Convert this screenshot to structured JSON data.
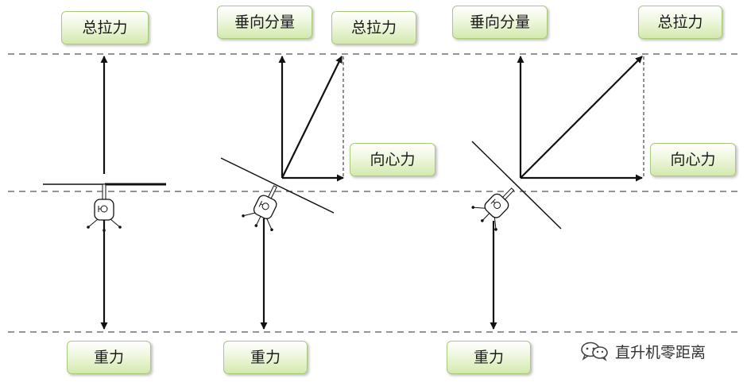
{
  "diagram": {
    "colors": {
      "line": "#111111",
      "dash": "#555555",
      "label_border": "#a9c97c",
      "label_fill_bottom": "#d3e9ad"
    },
    "panels": [
      {
        "total_lift": "总拉力",
        "gravity": "重力"
      },
      {
        "vertical_component": "垂向分量",
        "total_lift": "总拉力",
        "centripetal_force": "向心力",
        "gravity": "重力"
      },
      {
        "vertical_component": "垂向分量",
        "total_lift": "总拉力",
        "centripetal_force": "向心力",
        "gravity": "重力"
      }
    ]
  },
  "watermark": {
    "text": "直升机零距离",
    "icon": "wechat-icon"
  }
}
